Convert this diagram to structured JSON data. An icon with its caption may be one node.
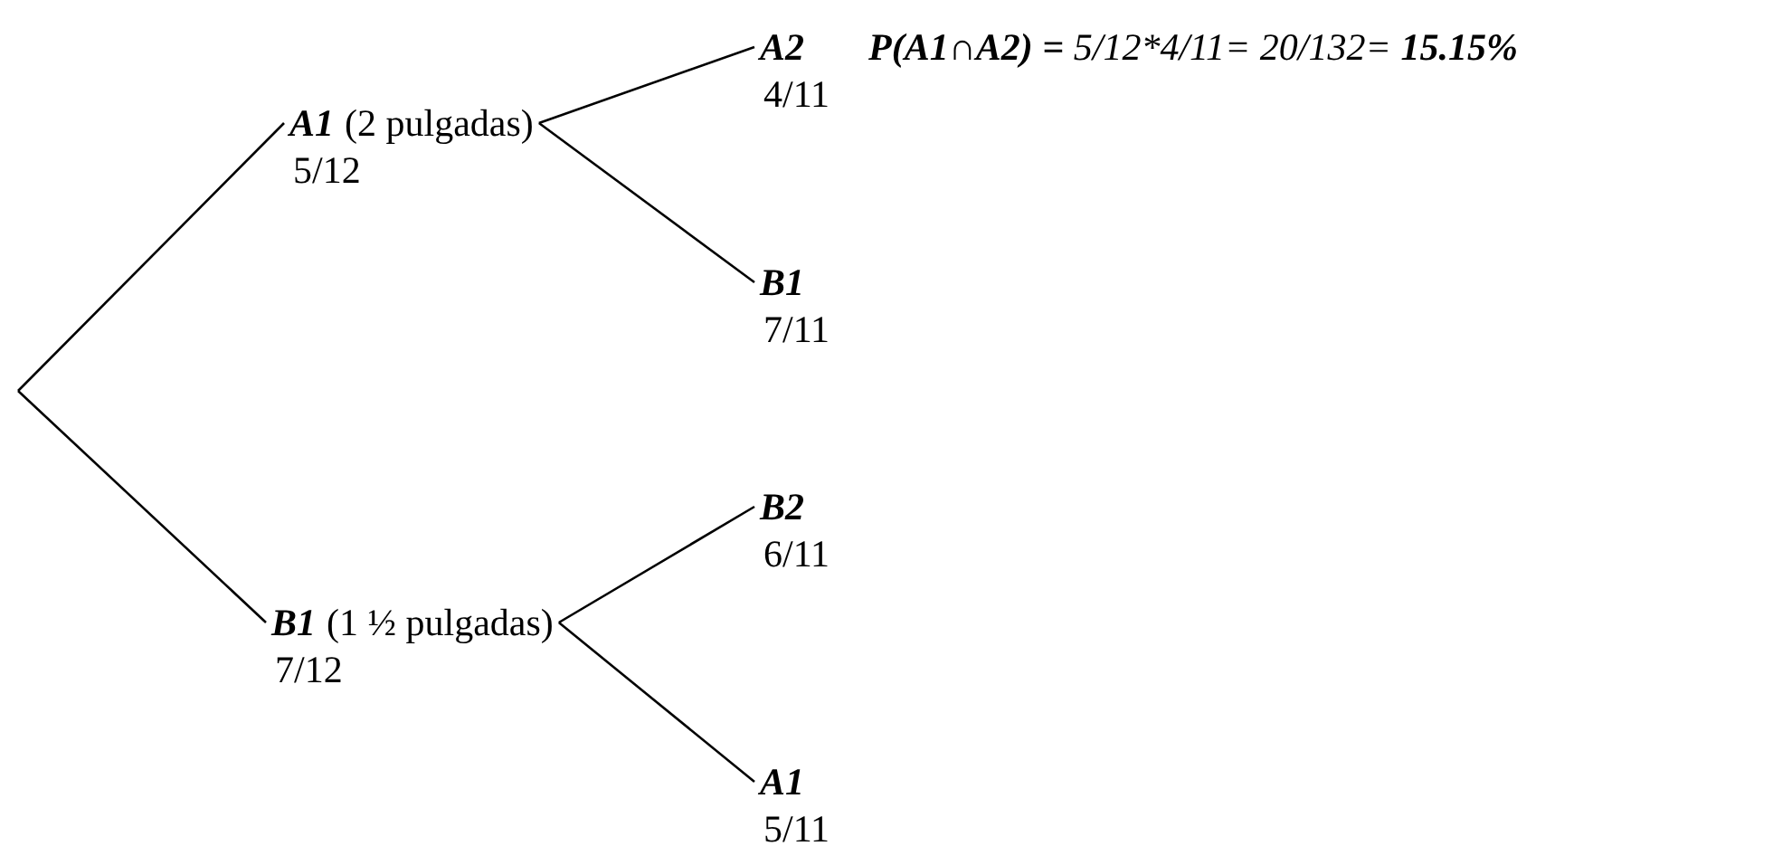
{
  "diagram": {
    "nodes": [
      {
        "text": [
          "A1",
          "(2 pulgadas)"
        ],
        "beside": [
          "5/12"
        ]
      },
      {
        "text": [
          "A2"
        ],
        "beside": [
          "4/11"
        ]
      },
      {
        "text": [
          "B1"
        ],
        "beside": [
          "7/11"
        ]
      },
      {
        "text": [
          "B1",
          "(1 ½ pulgadas)"
        ],
        "beside": [
          "7/12"
        ]
      },
      {
        "text": [
          "B2"
        ],
        "beside": [
          "6/11"
        ]
      },
      {
        "text": [
          "A1"
        ],
        "beside": [
          "5/11"
        ]
      }
    ],
    "edges": [
      {
        "from": null,
        "to": 0,
        "arrow": "none"
      },
      {
        "from": null,
        "to": 3,
        "arrow": "none"
      },
      {
        "from": 0,
        "to": 1,
        "arrow": "none"
      },
      {
        "from": 0,
        "to": 2,
        "arrow": "none"
      },
      {
        "from": 3,
        "to": 4,
        "arrow": "none"
      },
      {
        "from": 3,
        "to": 5,
        "arrow": "none"
      }
    ],
    "labels": [
      "**P(A1∩A2) =** 5/12*4/11= 20/132= **15.15%**"
    ]
  }
}
